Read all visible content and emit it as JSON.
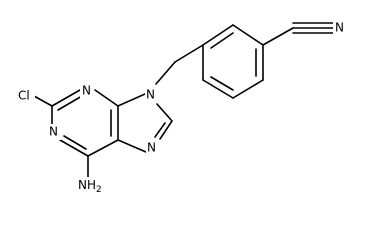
{
  "structure": {
    "atoms": {
      "chlorine": "Cl",
      "n_pyrimidine_top": "N",
      "n_pyrimidine_bottom": "N",
      "n_imidazole_substituted": "N",
      "n_imidazole_right": "N",
      "nitrile_n": "N",
      "amino": "NH",
      "amino_subscript": "2"
    },
    "colors": {
      "stroke": "#000000",
      "background": "#ffffff"
    }
  }
}
